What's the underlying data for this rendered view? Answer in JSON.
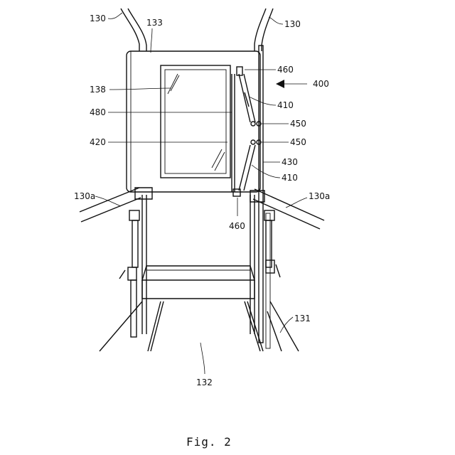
{
  "caption": "Fig. 2",
  "labels": {
    "l130_left": "130",
    "l130_right": "130",
    "l133": "133",
    "l460_top": "460",
    "l400": "400",
    "l138": "138",
    "l410_top": "410",
    "l480": "480",
    "l450_top": "450",
    "l450_bottom": "450",
    "l420": "420",
    "l430": "430",
    "l410_bottom": "410",
    "l130a_left": "130a",
    "l130a_right": "130a",
    "l460_bottom": "460",
    "l131": "131",
    "l132": "132"
  }
}
